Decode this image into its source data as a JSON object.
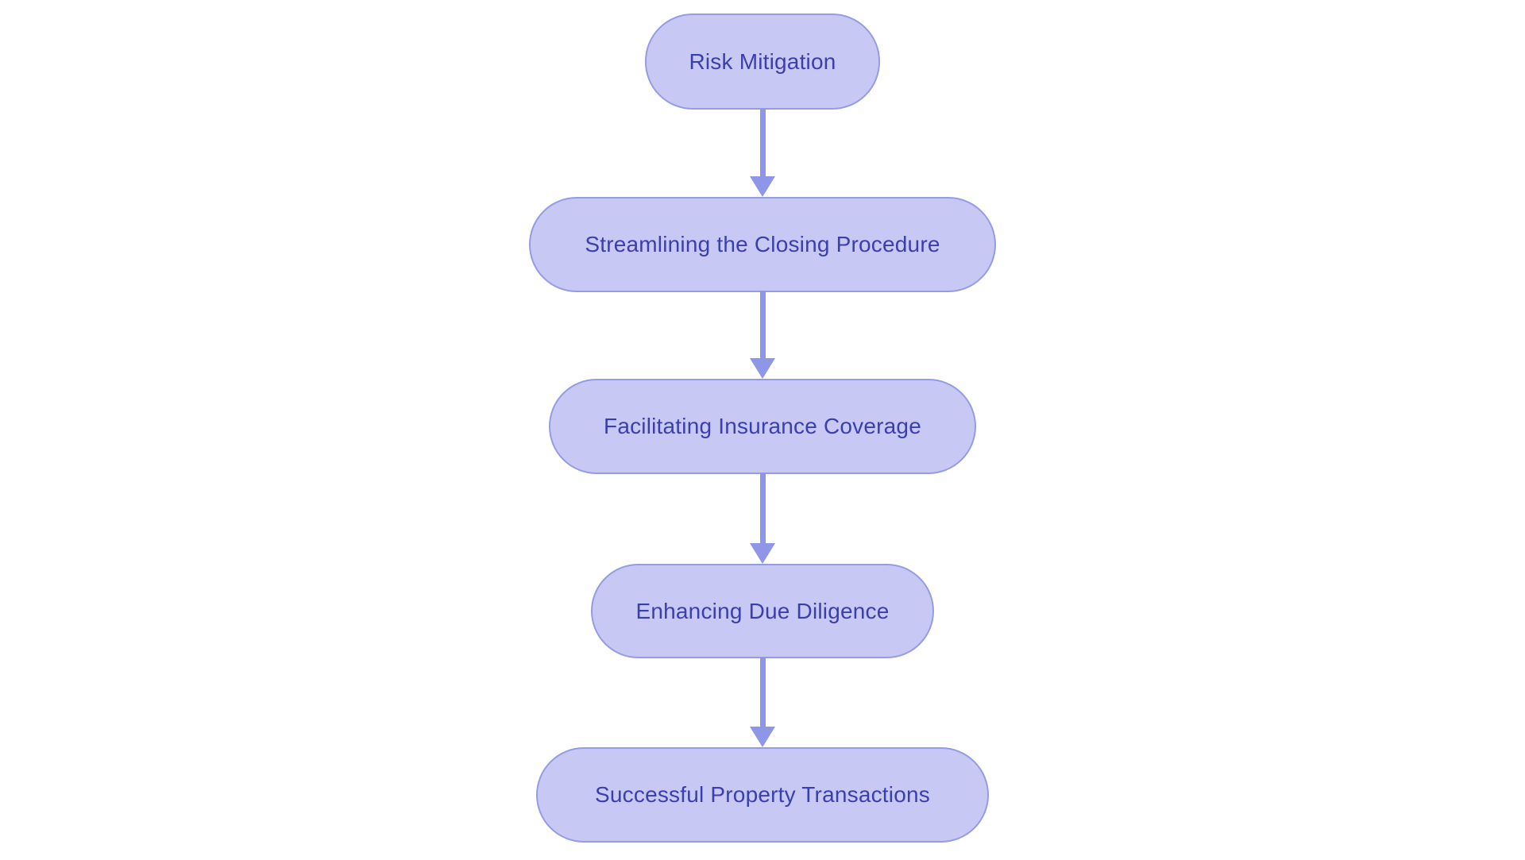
{
  "theme": {
    "page_bg": "#ffffff",
    "node_fill": "#c7c9f4",
    "node_border": "#959ce3",
    "node_text": "#3b3eae",
    "arrow": "#8f96e8"
  },
  "flowchart": {
    "type": "flowchart",
    "direction": "top-down",
    "nodes": [
      {
        "id": "risk-mitigation",
        "label": "Risk Mitigation"
      },
      {
        "id": "streamlining-closing-procedure",
        "label": "Streamlining the Closing Procedure"
      },
      {
        "id": "facilitating-insurance-coverage",
        "label": "Facilitating Insurance Coverage"
      },
      {
        "id": "enhancing-due-diligence",
        "label": "Enhancing Due Diligence"
      },
      {
        "id": "successful-property-transactions",
        "label": "Successful Property Transactions"
      }
    ],
    "edges": [
      {
        "from": "risk-mitigation",
        "to": "streamlining-closing-procedure"
      },
      {
        "from": "streamlining-closing-procedure",
        "to": "facilitating-insurance-coverage"
      },
      {
        "from": "facilitating-insurance-coverage",
        "to": "enhancing-due-diligence"
      },
      {
        "from": "enhancing-due-diligence",
        "to": "successful-property-transactions"
      }
    ]
  }
}
